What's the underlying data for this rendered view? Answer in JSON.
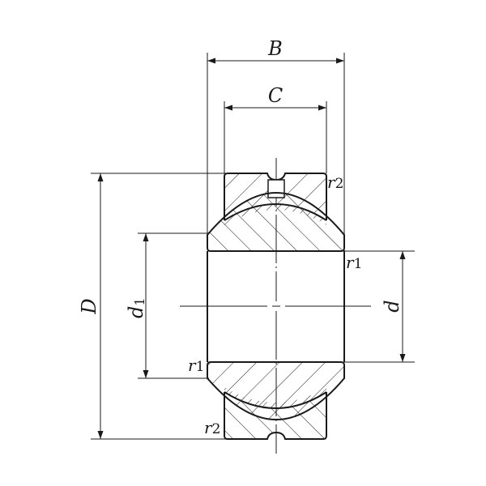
{
  "drawing": {
    "title": "Spherical plain bearing cross-section",
    "colors": {
      "line": "#1a1a1a",
      "background": "#ffffff"
    },
    "dimensions": {
      "B": {
        "label": "B",
        "description": "inner ring width"
      },
      "C": {
        "label": "C",
        "description": "outer ring width"
      },
      "D": {
        "label": "D",
        "description": "outer diameter"
      },
      "d1": {
        "label": "d",
        "sub": "1",
        "description": "inner ring shoulder diameter"
      },
      "d": {
        "label": "d",
        "description": "bore diameter"
      }
    },
    "radii": {
      "r1_top": {
        "label": "r",
        "sub": "1"
      },
      "r1_bottom": {
        "label": "r",
        "sub": "1"
      },
      "r2_top": {
        "label": "r",
        "sub": "2"
      },
      "r2_bottom": {
        "label": "r",
        "sub": "2"
      }
    }
  }
}
